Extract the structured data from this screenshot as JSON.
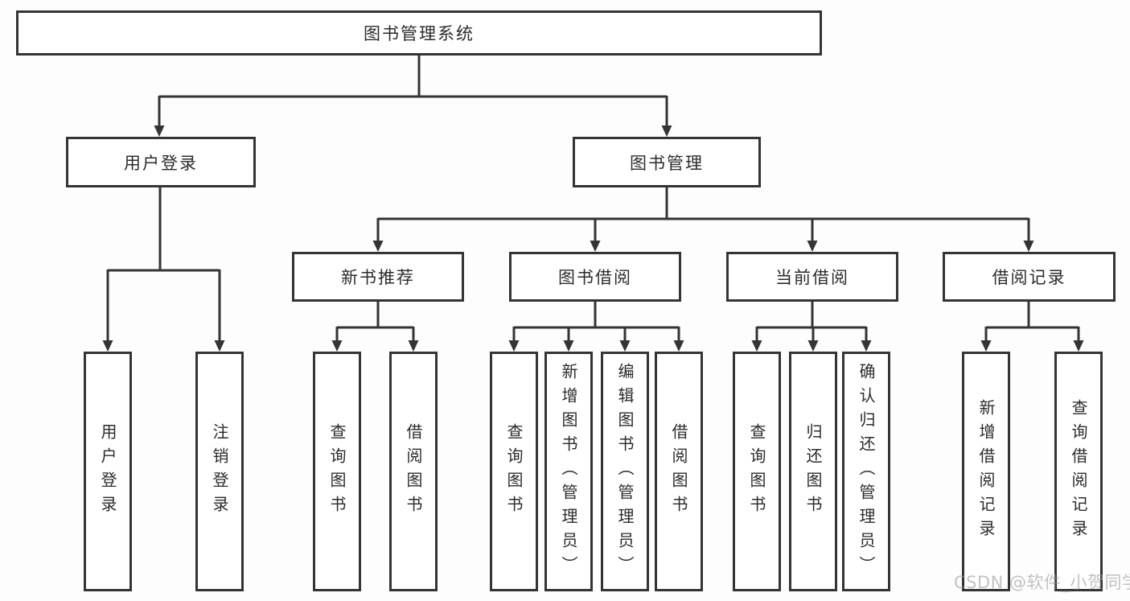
{
  "tree": {
    "root": {
      "label": "图书管理系统",
      "children": [
        {
          "label": "用户登录",
          "children": [
            {
              "label": "用户登录"
            },
            {
              "label": "注销登录"
            }
          ]
        },
        {
          "label": "图书管理",
          "children": [
            {
              "label": "新书推荐",
              "children": [
                {
                  "label": "查询图书"
                },
                {
                  "label": "借阅图书"
                }
              ]
            },
            {
              "label": "图书借阅",
              "children": [
                {
                  "label": "查询图书"
                },
                {
                  "label": "新增图书（管理员）"
                },
                {
                  "label": "编辑图书（管理员）"
                },
                {
                  "label": "借阅图书"
                }
              ]
            },
            {
              "label": "当前借阅",
              "children": [
                {
                  "label": "查询图书"
                },
                {
                  "label": "归还图书"
                },
                {
                  "label": "确认归还（管理员）"
                }
              ]
            },
            {
              "label": "借阅记录",
              "children": [
                {
                  "label": "新增借阅记录"
                },
                {
                  "label": "查询借阅记录"
                }
              ]
            }
          ]
        }
      ]
    }
  },
  "watermark": {
    "text": "CSDN @软件_小贺同学"
  },
  "colors": {
    "line": "#343434",
    "text": "#2b2b2b",
    "box_background": "#ffffff",
    "page_background": "#fdfdfd",
    "watermark": "#9a9a9a"
  }
}
